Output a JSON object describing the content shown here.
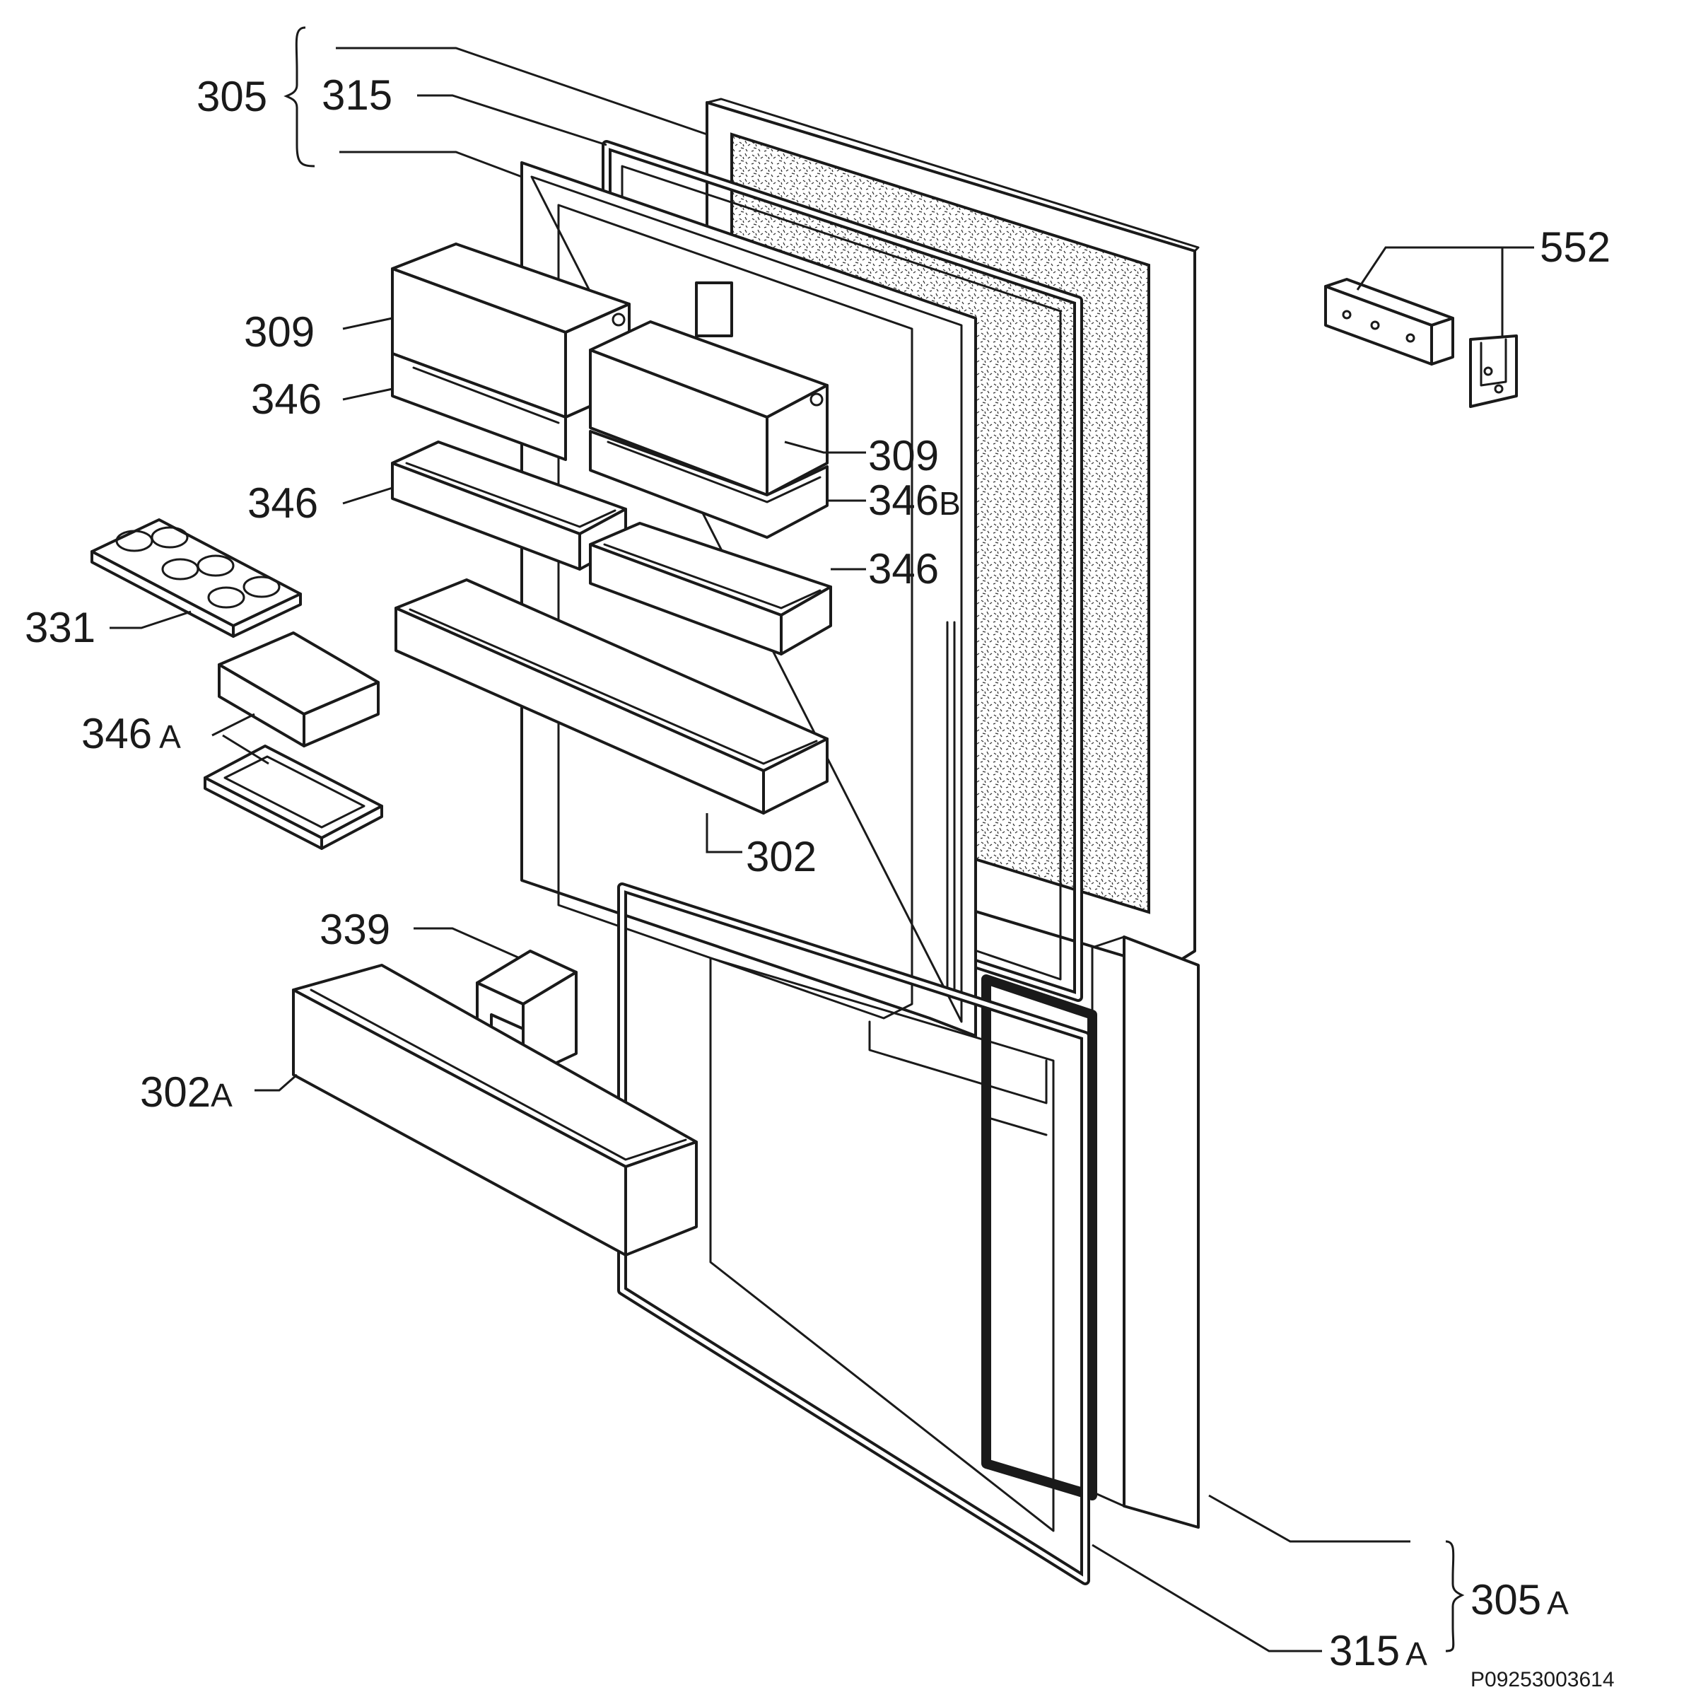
{
  "labels": {
    "l305": "305",
    "l315": "315",
    "l552": "552",
    "l309a": "309",
    "l346a": "346",
    "l309b": "309",
    "l346b_num": "346",
    "l346b_suf": "B",
    "l346c": "346",
    "l346d": "346",
    "l331": "331",
    "l346a_num": "346",
    "l346a_suf": "A",
    "l302": "302",
    "l339": "339",
    "l302a_num": "302",
    "l302a_suf": "A",
    "l305a_num": "305",
    "l305a_suf": "A",
    "l315a_num": "315",
    "l315a_suf": "A"
  },
  "drawing_code": "P09253003614"
}
